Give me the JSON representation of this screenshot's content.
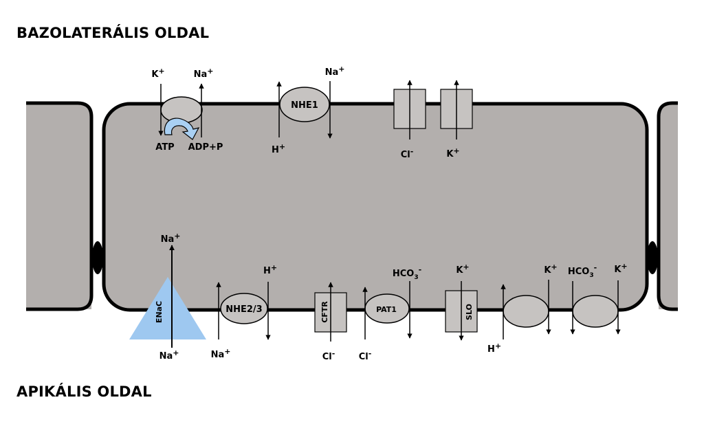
{
  "titles": {
    "basolateral": "BAZOLATERÁLIS OLDAL",
    "apical": "APIKÁLIS OLDAL"
  },
  "colors": {
    "cell_fill": "#b3afad",
    "transporter_fill": "#c6c3c1",
    "membrane_stroke": "#000000",
    "enac_fill": "#9ec8f0",
    "atp_arrow_fill": "#a9d0f3"
  },
  "basolateral": {
    "pump": {
      "ion_in": "K",
      "ion_out": "Na",
      "atp": "ATP",
      "adp": "ADP+P"
    },
    "nhe1": {
      "name": "NHE1",
      "ion_in": "H",
      "ion_out": "Na"
    },
    "cl_channel": {
      "ion": "Cl"
    },
    "k_channel": {
      "ion": "K"
    }
  },
  "apical": {
    "enac": {
      "name": "ENaC",
      "ion_top": "Na",
      "ion_bottom": "Na"
    },
    "nhe23": {
      "name": "NHE2/3",
      "ion_in": "H",
      "ion_out": "Na"
    },
    "cftr": {
      "name": "CFTR",
      "ion": "Cl"
    },
    "pat1": {
      "name": "PAT1",
      "ion_bicarb": "HCO",
      "ion_cl": "Cl"
    },
    "slo": {
      "name": "SLO",
      "ion": "K"
    },
    "exchanger_1": {
      "ion_top": "K",
      "ion_bottom": "H"
    },
    "exchanger_2": {
      "ion_bicarb": "HCO",
      "ion_k": "K"
    }
  }
}
